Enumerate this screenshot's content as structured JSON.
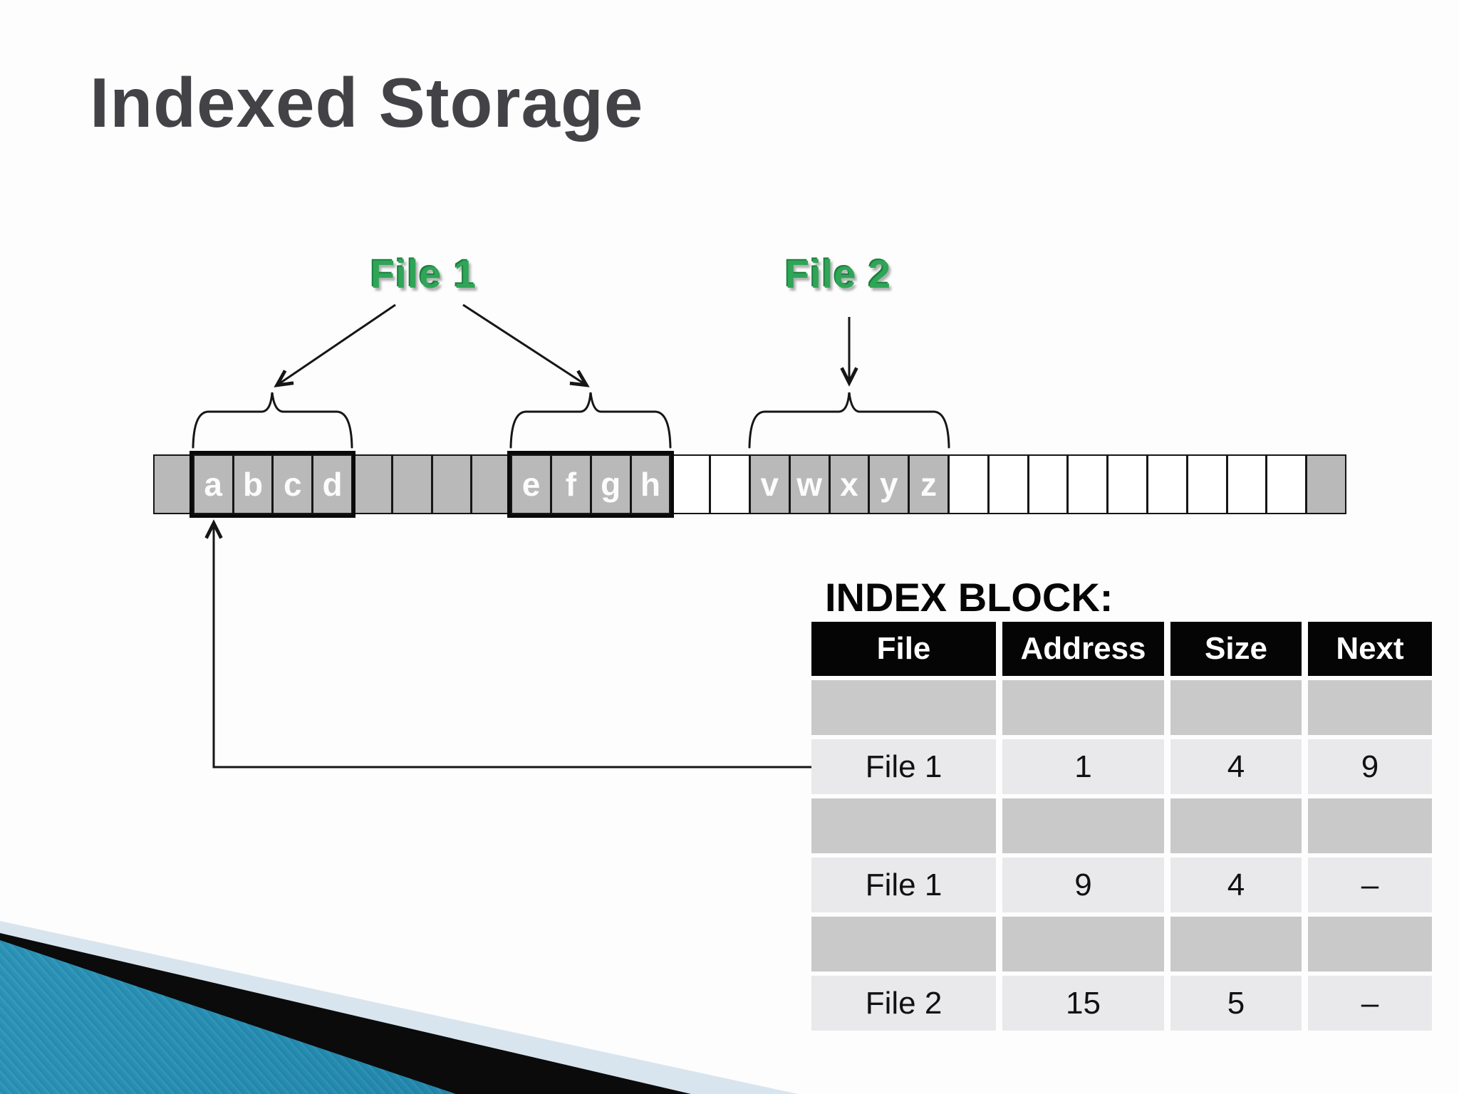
{
  "slide": {
    "title": "Indexed Storage"
  },
  "labels": {
    "file1": "File 1",
    "file2": "File 2"
  },
  "disk": {
    "description": "row of 30 disk blocks",
    "cells": [
      {
        "block": 0,
        "letter": "",
        "shade": "gray"
      },
      {
        "block": 1,
        "letter": "a",
        "shade": "gray"
      },
      {
        "block": 2,
        "letter": "b",
        "shade": "gray"
      },
      {
        "block": 3,
        "letter": "c",
        "shade": "gray"
      },
      {
        "block": 4,
        "letter": "d",
        "shade": "gray"
      },
      {
        "block": 5,
        "letter": "",
        "shade": "gray"
      },
      {
        "block": 6,
        "letter": "",
        "shade": "gray"
      },
      {
        "block": 7,
        "letter": "",
        "shade": "gray"
      },
      {
        "block": 8,
        "letter": "",
        "shade": "gray"
      },
      {
        "block": 9,
        "letter": "e",
        "shade": "gray"
      },
      {
        "block": 10,
        "letter": "f",
        "shade": "gray"
      },
      {
        "block": 11,
        "letter": "g",
        "shade": "gray"
      },
      {
        "block": 12,
        "letter": "h",
        "shade": "gray"
      },
      {
        "block": 13,
        "letter": "",
        "shade": "white"
      },
      {
        "block": 14,
        "letter": "",
        "shade": "white"
      },
      {
        "block": 15,
        "letter": "v",
        "shade": "gray"
      },
      {
        "block": 16,
        "letter": "w",
        "shade": "gray"
      },
      {
        "block": 17,
        "letter": "x",
        "shade": "gray"
      },
      {
        "block": 18,
        "letter": "y",
        "shade": "gray"
      },
      {
        "block": 19,
        "letter": "z",
        "shade": "gray"
      },
      {
        "block": 20,
        "letter": "",
        "shade": "white"
      },
      {
        "block": 21,
        "letter": "",
        "shade": "white"
      },
      {
        "block": 22,
        "letter": "",
        "shade": "white"
      },
      {
        "block": 23,
        "letter": "",
        "shade": "white"
      },
      {
        "block": 24,
        "letter": "",
        "shade": "white"
      },
      {
        "block": 25,
        "letter": "",
        "shade": "white"
      },
      {
        "block": 26,
        "letter": "",
        "shade": "white"
      },
      {
        "block": 27,
        "letter": "",
        "shade": "white"
      },
      {
        "block": 28,
        "letter": "",
        "shade": "white"
      },
      {
        "block": 29,
        "letter": "",
        "shade": "gray"
      }
    ]
  },
  "index_block": {
    "heading": "INDEX BLOCK:",
    "columns": [
      "File",
      "Address",
      "Size",
      "Next"
    ],
    "rows": [
      {
        "variant": "spacer",
        "cells": [
          "",
          "",
          "",
          ""
        ]
      },
      {
        "variant": "data",
        "cells": [
          "File 1",
          "1",
          "4",
          "9"
        ]
      },
      {
        "variant": "spacer",
        "cells": [
          "",
          "",
          "",
          ""
        ]
      },
      {
        "variant": "data",
        "cells": [
          "File 1",
          "9",
          "4",
          "–"
        ]
      },
      {
        "variant": "spacer",
        "cells": [
          "",
          "",
          "",
          ""
        ]
      },
      {
        "variant": "data",
        "cells": [
          "File 2",
          "15",
          "5",
          "–"
        ]
      }
    ]
  },
  "colors": {
    "title_text": "#434347",
    "file_label_green": "#2fa557",
    "disk_block_gray": "#b9b9b9",
    "table_header_bg": "#050505",
    "table_spacer_row": "#c9c9c9",
    "table_data_row": "#e9e9eb",
    "corner_teal": "#2289ae",
    "corner_pale": "#d9e5ee",
    "corner_black": "#0b0b0b"
  }
}
